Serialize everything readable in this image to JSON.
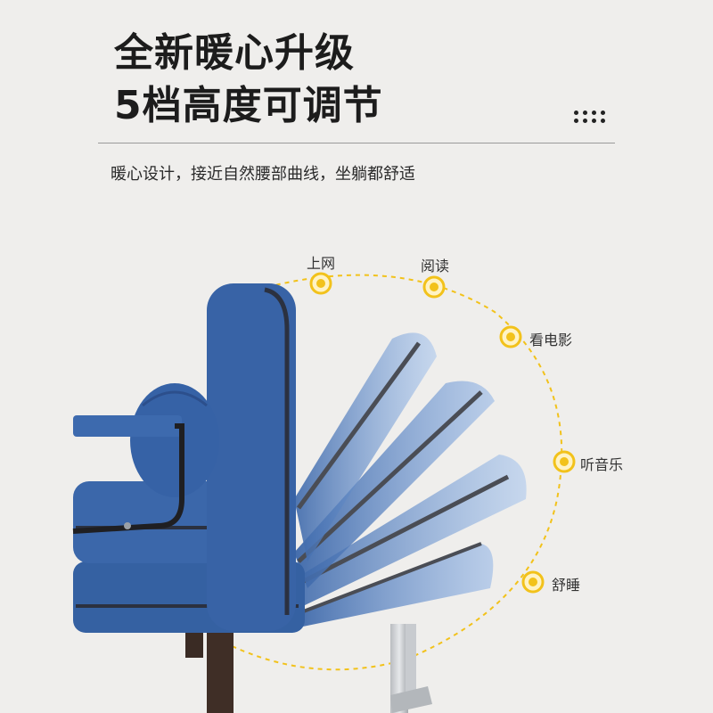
{
  "headline": {
    "line1": "全新暖心升级",
    "line2": "5档高度可调节"
  },
  "subtitle": "暖心设计，接近自然腰部曲线，坐躺都舒适",
  "modes": [
    {
      "label": "上网"
    },
    {
      "label": "阅读"
    },
    {
      "label": "看电影"
    },
    {
      "label": "听音乐"
    },
    {
      "label": "舒睡"
    }
  ],
  "colors": {
    "background": "#efeeec",
    "sofa_blue": "#3b66a8",
    "sofa_light_blue": "#7fa6db",
    "accent_yellow": "#f2c21b",
    "text_dark": "#1c1c1c"
  }
}
